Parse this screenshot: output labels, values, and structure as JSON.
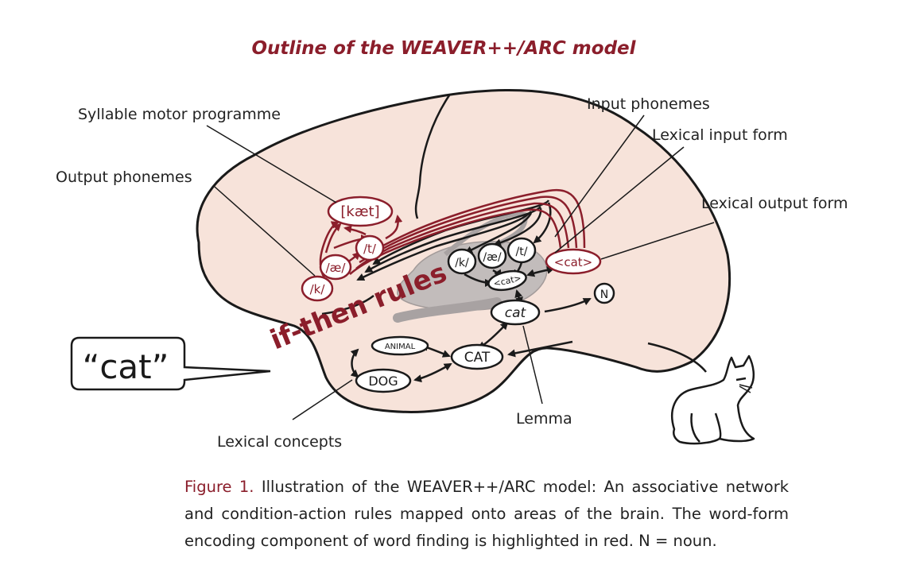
{
  "title": "Outline of the WEAVER++/ARC model",
  "labels": {
    "syllable_motor_programme": "Syllable motor programme",
    "output_phonemes": "Output phonemes",
    "input_phonemes": "Input phonemes",
    "lexical_input_form": "Lexical input form",
    "lexical_output_form": "Lexical output form",
    "lexical_concepts": "Lexical concepts",
    "lemma": "Lemma"
  },
  "nodes": {
    "syllable": "[kæt]",
    "out_t": "/t/",
    "out_ae": "/æ/",
    "out_k": "/k/",
    "in_k": "/k/",
    "in_ae": "/æ/",
    "in_t": "/t/",
    "cat_input": "<cat>",
    "cat_output": "<cat>",
    "lemma_cat": "cat",
    "concept_cat": "CAT",
    "animal": "ANIMAL",
    "dog": "DOG",
    "noun": "N"
  },
  "rules_text": "if-then rules",
  "speech_bubble": "“cat”",
  "caption": {
    "figure_label": "Figure 1.",
    "text": "Illustration of the WEAVER++/ARC model: An associative network and condition-action rules mapped onto areas of the brain. The word-form encoding component of word finding is highlighted in red. N = noun."
  },
  "colors": {
    "accent_red": "#8b1e2b",
    "brain_fill": "#f7e3da",
    "subcortical_gray": "#bdb8b8"
  }
}
